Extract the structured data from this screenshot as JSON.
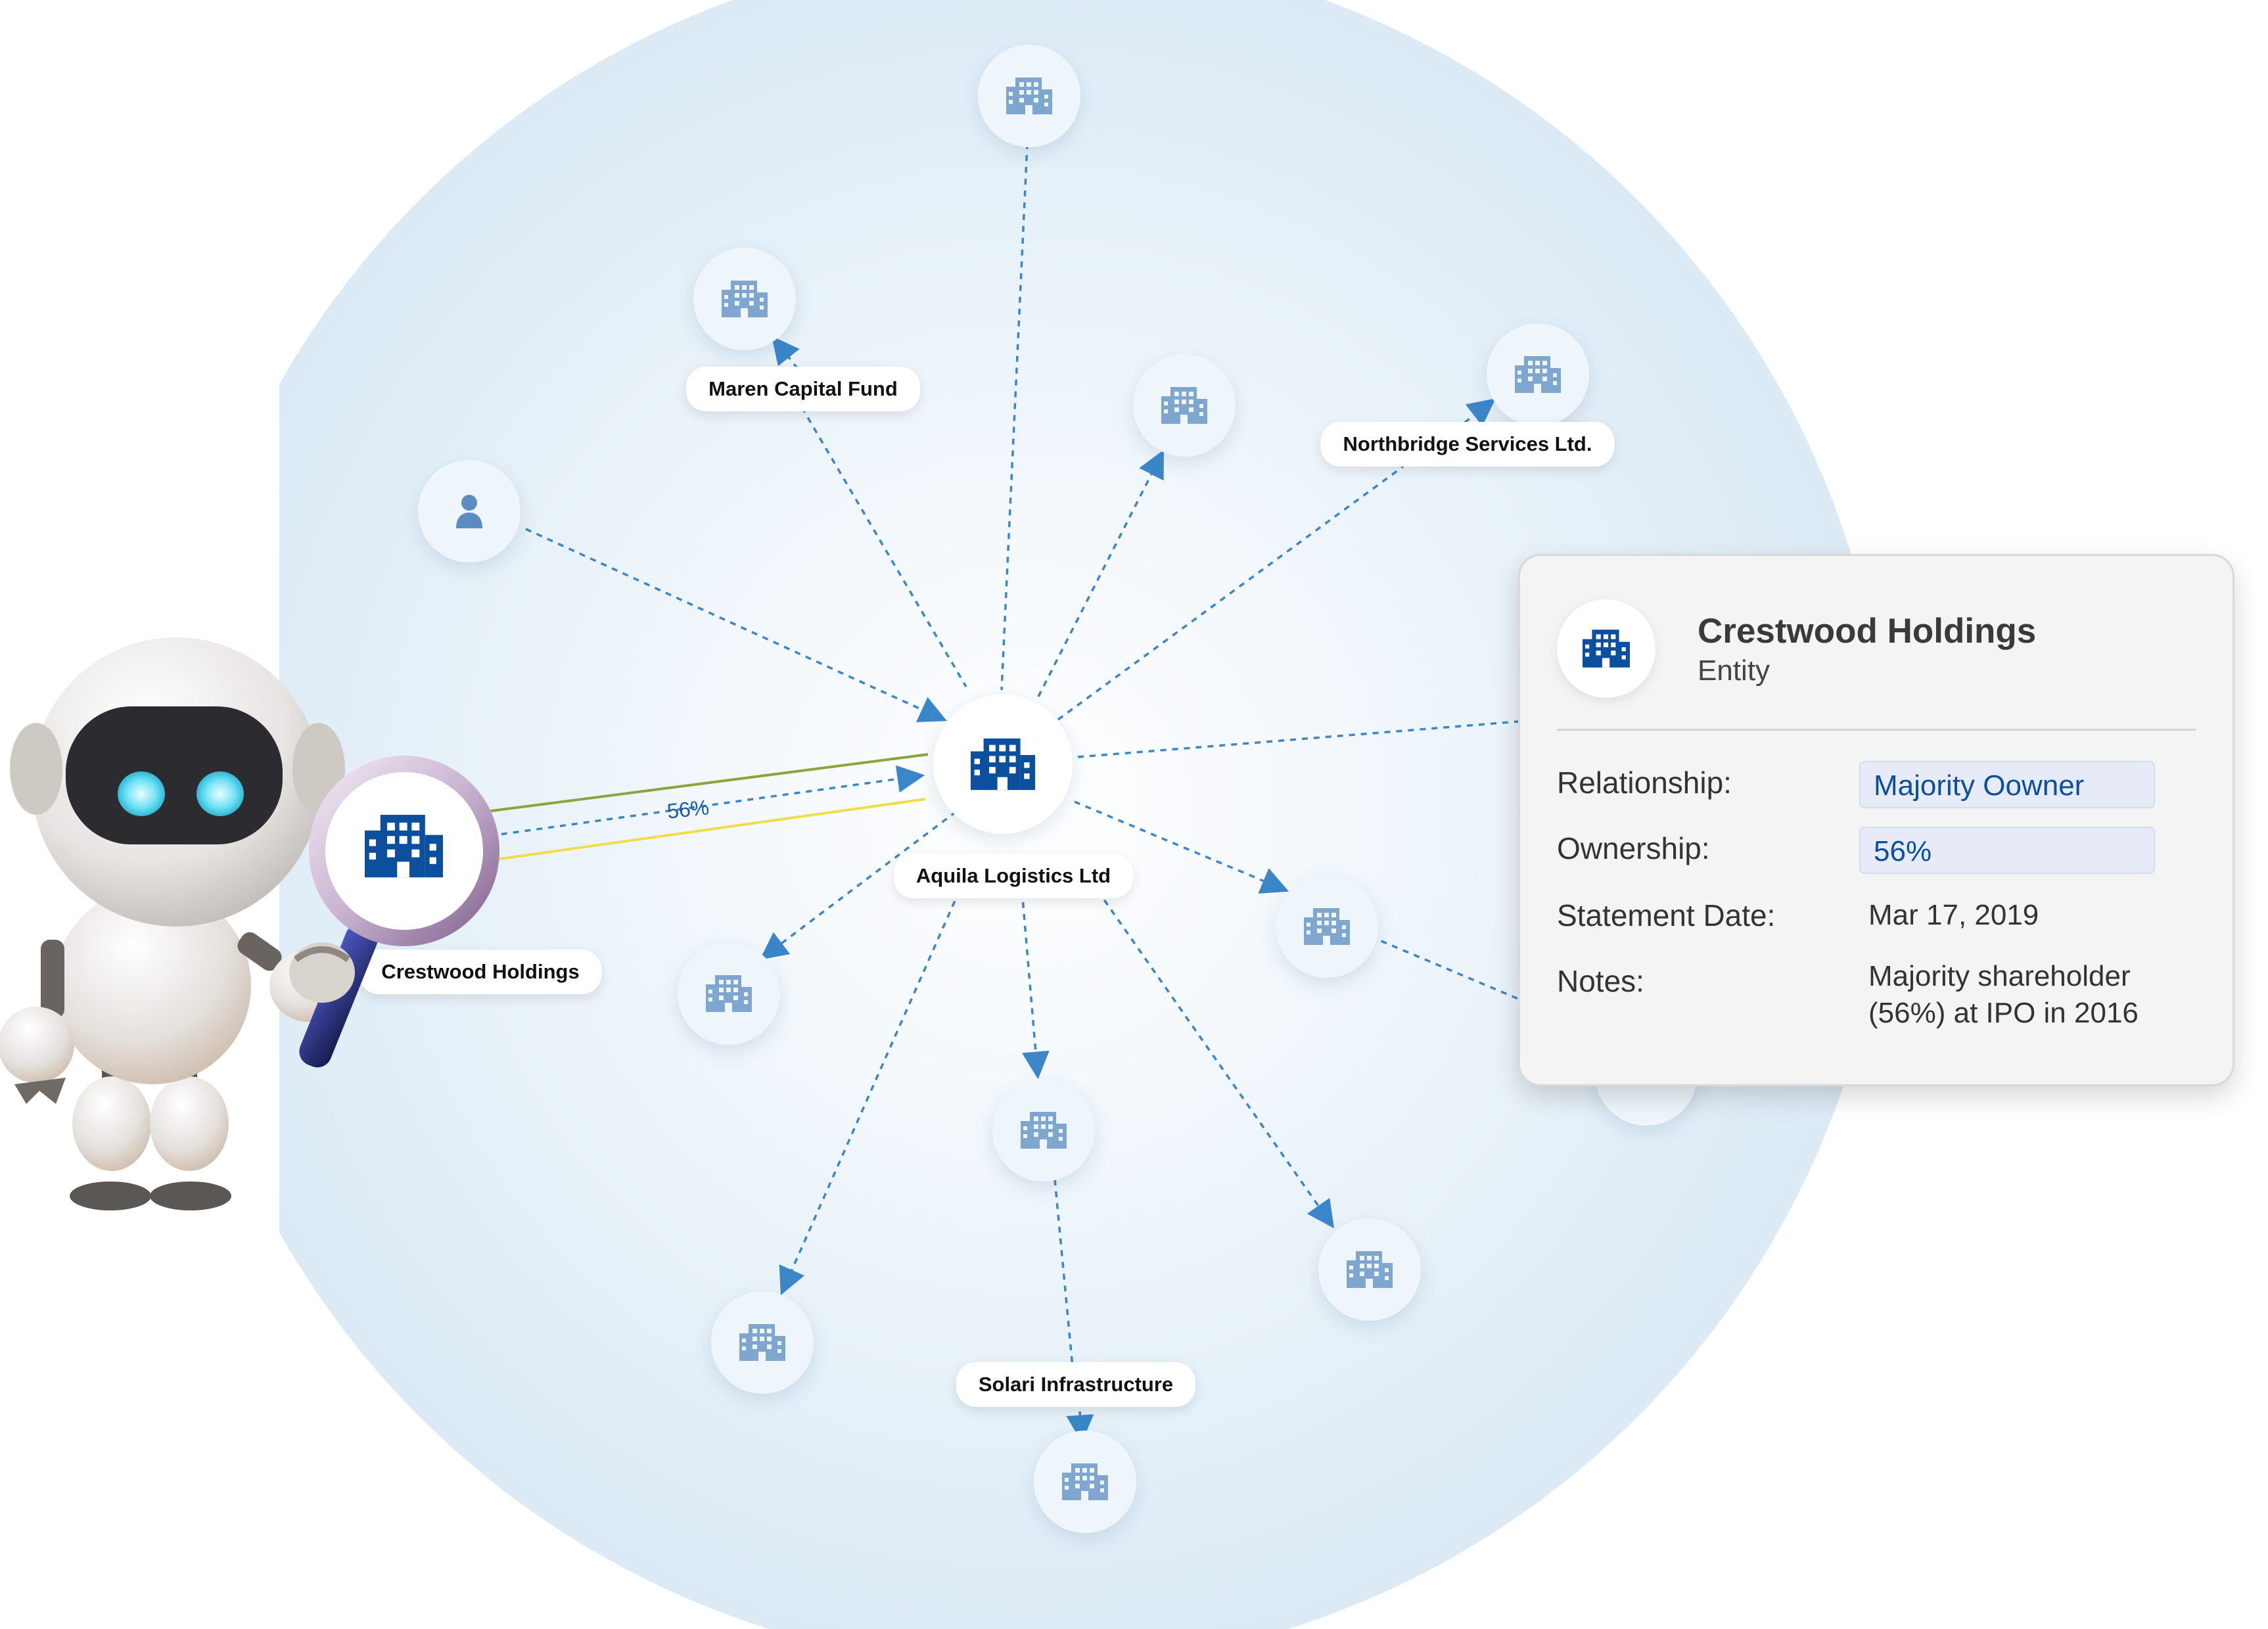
{
  "graph": {
    "center": {
      "name": "Aquila Logistics Ltd",
      "type": "entity"
    },
    "highlighted": {
      "name": "Crestwood Holdings",
      "edge_label": "56%"
    },
    "labels": {
      "maren": "Maren Capital Fund",
      "northbridge": "Northbridge Services Ltd.",
      "solari": "Solari Infrastructure"
    }
  },
  "card": {
    "title": "Crestwood Holdings",
    "subtitle": "Entity",
    "rows": [
      {
        "label": "Relationship:",
        "value": "Majority Oowner"
      },
      {
        "label": "Ownership:",
        "value": "56%"
      },
      {
        "label": "Statement Date:",
        "value": "Mar 17, 2019"
      },
      {
        "label": "Notes:",
        "value": "Majority shareholder (56%) at IPO in 2016"
      }
    ]
  },
  "colors": {
    "accent": "#0c4f9e",
    "node_icon": "#7fa6cf",
    "edge": "#3a86c8",
    "green_line": "#8aa63a",
    "yellow_line": "#f0dd4a",
    "backdrop": "#dcebf6"
  },
  "icons": [
    "building-icon",
    "person-icon",
    "magnifier-icon",
    "robot-mascot"
  ]
}
